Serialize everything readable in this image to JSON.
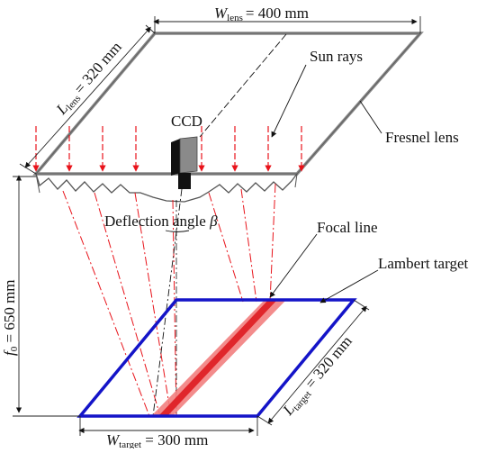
{
  "diagram": {
    "w_lens_symbol": "W",
    "w_lens_sub": "lens",
    "w_lens_value": "= 400 mm",
    "l_lens_symbol": "L",
    "l_lens_sub": "lens",
    "l_lens_value": "= 320 mm",
    "sun_rays": "Sun rays",
    "ccd": "CCD",
    "fresnel_lens": "Fresnel lens",
    "deflection_text": "Deflection angle ",
    "deflection_symbol": "β",
    "focal_line": "Focal line",
    "lambert_target": "Lambert target",
    "f0_symbol": "f",
    "f0_sub": "0",
    "f0_value": " = 650 mm",
    "w_target_symbol": "W",
    "w_target_sub": "target",
    "w_target_value": " = 300 mm",
    "l_target_symbol": "L",
    "l_target_sub": "target",
    "l_target_value": " = 320 mm"
  },
  "colors": {
    "lens_frame": "#888888",
    "ray": "#e8131a",
    "target_frame": "#1414c8",
    "focal_band_outer": "#f28080",
    "focal_band_inner": "#e0262b",
    "camera_body": "#8a8a8a",
    "camera_lens": "#111111"
  }
}
